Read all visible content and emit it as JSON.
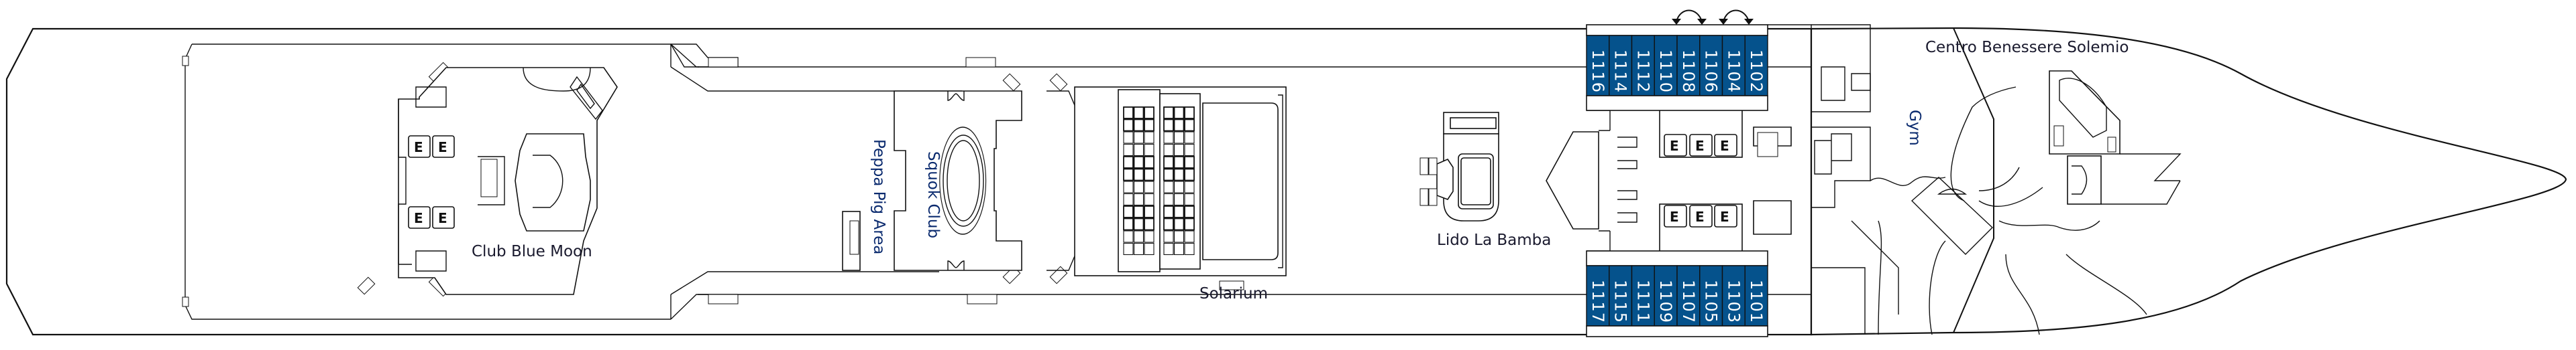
{
  "deck": {
    "colors": {
      "cabin_fill": "#05528c",
      "cabin_text": "#ffffff",
      "label_text": "#0a2a6e",
      "line": "#111111",
      "elevator_accent": "#c07a2a"
    },
    "areas": {
      "club_blue_moon": "Club Blue Moon",
      "squok_club": "Squok Club",
      "peppa_pig_area": "Peppa Pig Area",
      "solarium": "Solarium",
      "lido_la_bamba": "Lido La Bamba",
      "gym": "Gym",
      "spa": "Centro Benessere Solemio"
    },
    "elevator_glyph": "E",
    "cabins_top": [
      "1116",
      "1114",
      "1112",
      "1110",
      "1108",
      "1106",
      "1104",
      "1102"
    ],
    "cabins_bottom": [
      "1117",
      "1115",
      "1111",
      "1109",
      "1107",
      "1105",
      "1103",
      "1101"
    ],
    "connecting_cabins": [
      [
        "1110",
        "1108"
      ],
      [
        "1106",
        "1104"
      ]
    ]
  }
}
